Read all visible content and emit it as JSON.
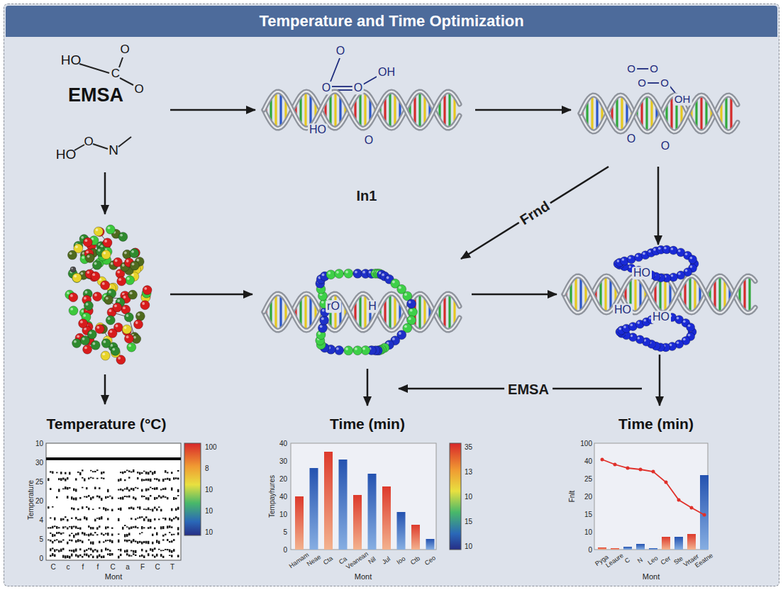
{
  "diagram": {
    "title": "Temperature and Time Optimization",
    "nodes": [
      {
        "text": [
          "HO",
          "O",
          "C",
          "O",
          "EMSA",
          "HO",
          "O",
          "N"
        ]
      },
      {
        "text": [
          "O",
          "O",
          "O",
          "OH",
          "HO",
          "O"
        ]
      },
      {
        "text": [
          "O",
          "O",
          "O",
          "O",
          "OH",
          "O",
          "O"
        ]
      },
      {
        "text": [
          "rO",
          "H"
        ]
      },
      {
        "text": [
          "HO",
          "HO",
          "HO"
        ]
      },
      {
        "text": [
          "Temperature (°C)"
        ]
      },
      {
        "text": [
          "Time (min)"
        ]
      },
      {
        "text": [
          "Time (min)"
        ]
      }
    ],
    "edges": [
      {
        "from": 0,
        "to": 1,
        "arrow": "to"
      },
      {
        "from": 1,
        "to": 2,
        "arrow": "to"
      },
      {
        "from": 2,
        "to": 3,
        "label": "Frnd",
        "arrow": "to"
      },
      {
        "from": 2,
        "to": 4,
        "arrow": "to"
      },
      {
        "from": 3,
        "to": 4,
        "arrow": "to"
      },
      {
        "from": 3,
        "to": 6,
        "arrow": "to"
      },
      {
        "from": 4,
        "to": 7,
        "arrow": "to"
      }
    ],
    "labels": [
      "In1",
      "EMSA",
      "10",
      "30",
      "25",
      "20",
      "4",
      "5",
      "0",
      "Temperature",
      "C",
      "c",
      "f",
      "f",
      "C",
      "a",
      "F",
      "C",
      "T",
      "Mont",
      "100",
      "8",
      "10",
      "10",
      "10",
      "40",
      "30",
      "20",
      "40",
      "10",
      "5",
      "0",
      "Tempayhures",
      "Hamam",
      "Neae",
      "Cta",
      "Ca",
      "Veanean",
      "Nil",
      "Jul",
      "Ioo",
      "Ctb",
      "Ceo",
      "Mont",
      "35",
      "13",
      "10",
      "15",
      "10",
      "100",
      "40",
      "25",
      "20",
      "15",
      "10",
      "0",
      "Fnlt",
      "Pyga",
      "Leaure",
      "C",
      "N",
      "Leo",
      "Cer",
      "Ste",
      "Vrtaer",
      "Eeatne",
      "Mont"
    ]
  }
}
